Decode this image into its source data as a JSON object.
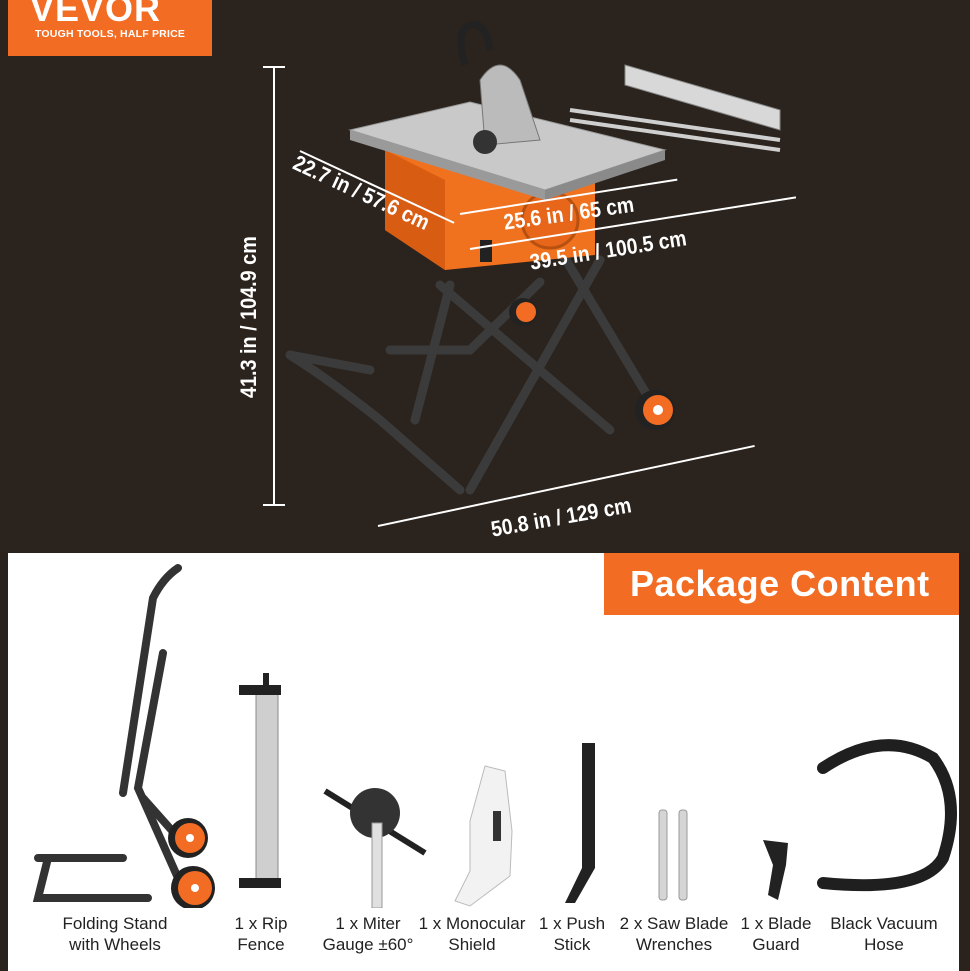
{
  "brand": {
    "name": "VEVOR",
    "tagline": "TOUGH TOOLS, HALF PRICE",
    "accent_color": "#f26c23"
  },
  "dimensions": {
    "height": "41.3 in / 104.9 cm",
    "depth": "22.7 in / 57.6 cm",
    "table_width": "25.6 in / 65 cm",
    "extended_width": "39.5 in / 100.5 cm",
    "base_length": "50.8 in / 129 cm"
  },
  "package": {
    "title": "Package Content",
    "items": [
      {
        "line1": "Folding Stand",
        "line2": "with Wheels"
      },
      {
        "line1": "1 x Rip",
        "line2": "Fence"
      },
      {
        "line1": "1 x Miter",
        "line2": "Gauge ±60°"
      },
      {
        "line1": "1 x Monocular",
        "line2": "Shield"
      },
      {
        "line1": "1 x Push",
        "line2": "Stick"
      },
      {
        "line1": "2 x Saw Blade",
        "line2": "Wrenches"
      },
      {
        "line1": "1 x Blade",
        "line2": "Guard"
      },
      {
        "line1": "Black Vacuum",
        "line2": "Hose"
      }
    ]
  }
}
